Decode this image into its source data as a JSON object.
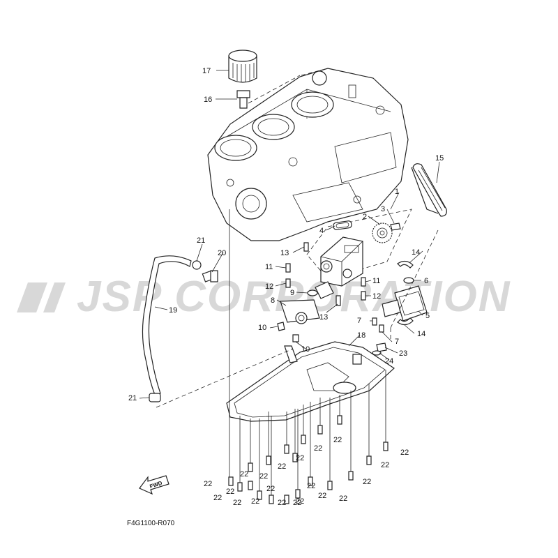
{
  "watermark": "JSP CORPORATION",
  "figure_code": "F4G1100-R070",
  "fwd_label": "FWD",
  "callouts": {
    "c1": "1",
    "c2": "2",
    "c3": "3",
    "c4": "4",
    "c5": "5",
    "c6": "6",
    "c7a": "7",
    "c7b": "7",
    "c8": "8",
    "c9": "9",
    "c10a": "10",
    "c10b": "10",
    "c11a": "11",
    "c11b": "11",
    "c12a": "12",
    "c12b": "12",
    "c13a": "13",
    "c13b": "13",
    "c14a": "14",
    "c14b": "14",
    "c15": "15",
    "c16": "16",
    "c17": "17",
    "c18": "18",
    "c19": "19",
    "c20": "20",
    "c21a": "21",
    "c21b": "21",
    "c22": [
      "22",
      "22",
      "22",
      "22",
      "22",
      "22",
      "22",
      "22",
      "22",
      "22",
      "22",
      "22",
      "22",
      "22",
      "22",
      "22",
      "22",
      "22",
      "22",
      "22",
      "22"
    ],
    "c23": "23",
    "c24": "24"
  }
}
